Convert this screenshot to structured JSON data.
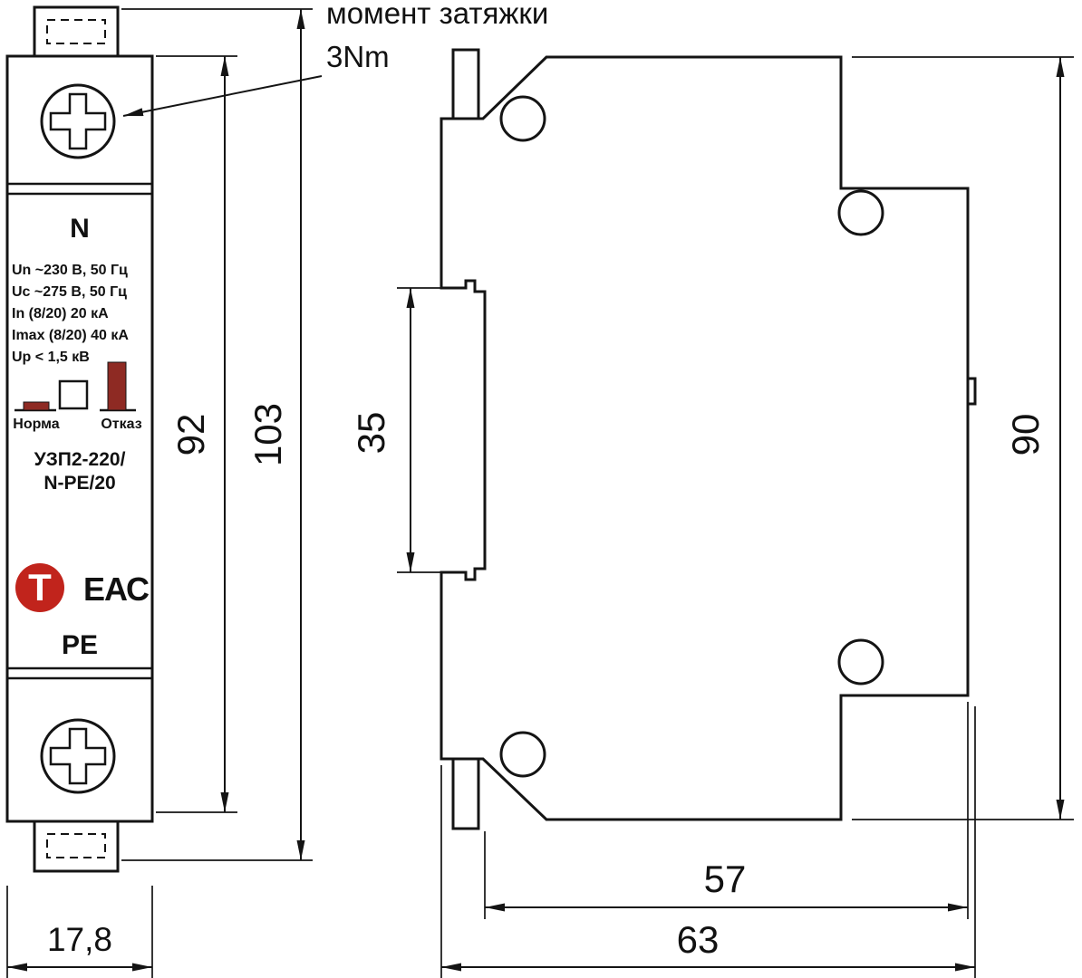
{
  "annotation": {
    "torque_label": "момент затяжки",
    "torque_value": "3Nm"
  },
  "front_view": {
    "terminal_top": "N",
    "terminal_bottom": "PE",
    "specs": [
      "Un ~230 В, 50 Гц",
      "Uc ~275 В, 50 Гц",
      "In (8/20) 20 кА",
      "Imax (8/20) 40 кА",
      "Up < 1,5 кВ"
    ],
    "indicator_normal": "Норма",
    "indicator_fail": "Отказ",
    "model_line1": "УЗП2-220/",
    "model_line2": "N-PE/20",
    "logo_letter": "Т",
    "cert_mark": "ЕАС"
  },
  "dimensions": {
    "front_height_body": "92",
    "front_height_total": "103",
    "front_width": "17,8",
    "side_din_slot": "35",
    "side_height": "90",
    "side_depth_body": "57",
    "side_depth_total": "63"
  },
  "colors": {
    "line": "#141414",
    "indicator_red": "#8e2a23",
    "logo_red": "#c1241c"
  }
}
